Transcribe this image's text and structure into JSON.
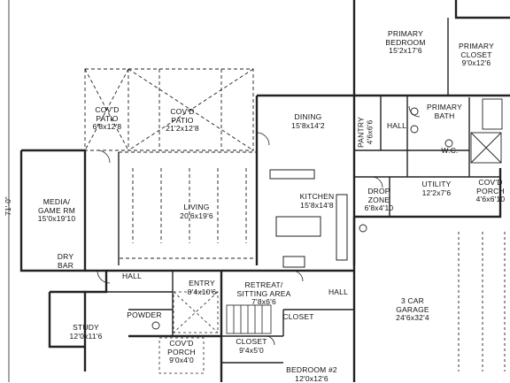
{
  "overall_dimension": "71'-0\"",
  "rooms": {
    "primary_bedroom": {
      "name": [
        "PRIMARY",
        "BEDROOM"
      ],
      "dim": "15'2x17'6"
    },
    "primary_closet": {
      "name": [
        "PRIMARY",
        "CLOSET"
      ],
      "dim": "9'0x12'6"
    },
    "primary_bath": {
      "name": [
        "PRIMARY",
        "BATH"
      ],
      "dim": ""
    },
    "cov_patio_1": {
      "name": [
        "COV'D",
        "PATIO"
      ],
      "dim": "6'8x12'8"
    },
    "cov_patio_2": {
      "name": [
        "COV'D",
        "PATIO"
      ],
      "dim": "21'2x12'8"
    },
    "dining": {
      "name": [
        "DINING"
      ],
      "dim": "15'8x14'2"
    },
    "pantry": {
      "name": [
        "PANTRY"
      ],
      "dim": "4'6x6'6"
    },
    "hall_1": {
      "name": [
        "HALL"
      ],
      "dim": ""
    },
    "wc": {
      "name": [
        "W.C."
      ],
      "dim": ""
    },
    "media": {
      "name": [
        "MEDIA/",
        "GAME RM"
      ],
      "dim": "15'0x19'10"
    },
    "living": {
      "name": [
        "LIVING"
      ],
      "dim": "20'6x19'6"
    },
    "kitchen": {
      "name": [
        "KITCHEN"
      ],
      "dim": "15'8x14'8"
    },
    "drop_zone": {
      "name": [
        "DROP",
        "ZONE"
      ],
      "dim": "6'8x4'10"
    },
    "utility": {
      "name": [
        "UTILITY"
      ],
      "dim": "12'2x7'6"
    },
    "cov_porch_side": {
      "name": [
        "COV'D",
        "PORCH"
      ],
      "dim": "4'6x6'10"
    },
    "dry_bar": {
      "name": [
        "DRY",
        "BAR"
      ],
      "dim": ""
    },
    "hall_2": {
      "name": [
        "HALL"
      ],
      "dim": ""
    },
    "entry": {
      "name": [
        "ENTRY"
      ],
      "dim": "8'4x10'6"
    },
    "retreat": {
      "name": [
        "RETREAT/",
        "SITTING AREA"
      ],
      "dim": "7'8x6'6"
    },
    "hall_3": {
      "name": [
        "HALL"
      ],
      "dim": ""
    },
    "study": {
      "name": [
        "STUDY"
      ],
      "dim": "12'0x11'6"
    },
    "powder": {
      "name": [
        "POWDER"
      ],
      "dim": ""
    },
    "closet_1": {
      "name": [
        "CLOSET"
      ],
      "dim": ""
    },
    "garage": {
      "name": [
        "3 CAR",
        "GARAGE"
      ],
      "dim": "24'6x32'4"
    },
    "cov_porch_front": {
      "name": [
        "COV'D",
        "PORCH"
      ],
      "dim": "9'0x4'0"
    },
    "closet_2": {
      "name": [
        "CLOSET"
      ],
      "dim": "9'4x5'0"
    },
    "bedroom_2": {
      "name": [
        "BEDROOM #2"
      ],
      "dim": "12'0x12'6"
    }
  }
}
